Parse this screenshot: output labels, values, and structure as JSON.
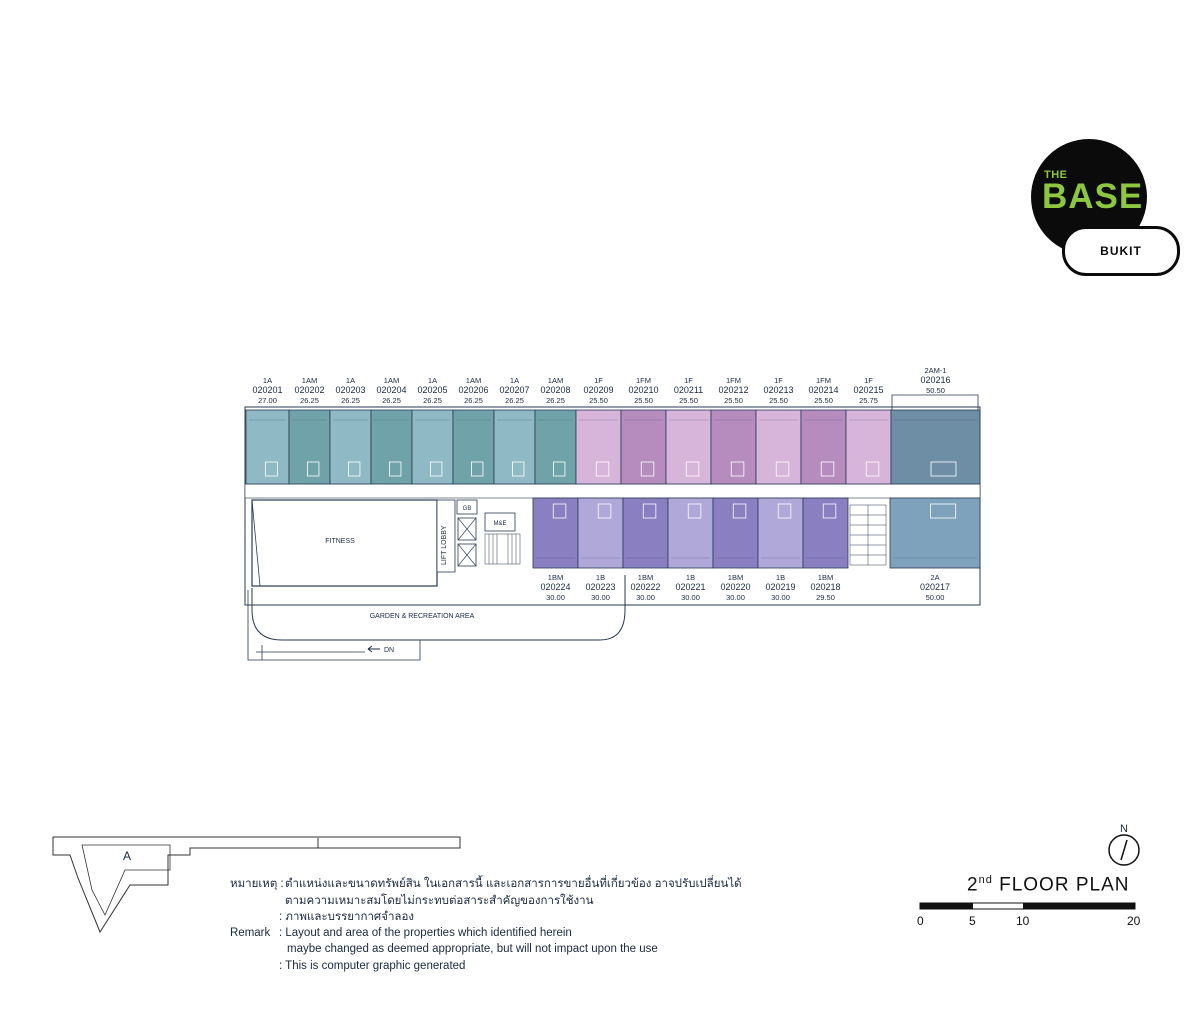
{
  "brand": {
    "logo_small": "THE",
    "logo_large": "BASE",
    "project": "BUKIT"
  },
  "upper_units": [
    {
      "type": "1A",
      "id": "020201",
      "area": "27.00",
      "color": "#8fb9c4"
    },
    {
      "type": "1AM",
      "id": "020202",
      "area": "26.25",
      "color": "#6fa3a9"
    },
    {
      "type": "1A",
      "id": "020203",
      "area": "26.25",
      "color": "#8fb9c4"
    },
    {
      "type": "1AM",
      "id": "020204",
      "area": "26.25",
      "color": "#6fa3a9"
    },
    {
      "type": "1A",
      "id": "020205",
      "area": "26.25",
      "color": "#8fb9c4"
    },
    {
      "type": "1AM",
      "id": "020206",
      "area": "26.25",
      "color": "#6fa3a9"
    },
    {
      "type": "1A",
      "id": "020207",
      "area": "26.25",
      "color": "#8fb9c4"
    },
    {
      "type": "1AM",
      "id": "020208",
      "area": "26.25",
      "color": "#6fa3a9"
    },
    {
      "type": "1F",
      "id": "020209",
      "area": "25.50",
      "color": "#d7b4d9"
    },
    {
      "type": "1FM",
      "id": "020210",
      "area": "25.50",
      "color": "#b68cbf"
    },
    {
      "type": "1F",
      "id": "020211",
      "area": "25.50",
      "color": "#d7b4d9"
    },
    {
      "type": "1FM",
      "id": "020212",
      "area": "25.50",
      "color": "#b68cbf"
    },
    {
      "type": "1F",
      "id": "020213",
      "area": "25.50",
      "color": "#d7b4d9"
    },
    {
      "type": "1FM",
      "id": "020214",
      "area": "25.50",
      "color": "#b68cbf"
    },
    {
      "type": "1F",
      "id": "020215",
      "area": "25.75",
      "color": "#d7b4d9"
    },
    {
      "type": "2AM-1",
      "id": "020216",
      "area": "50.50",
      "color": "#6e8ea6"
    }
  ],
  "lower_units": [
    {
      "type": "1BM",
      "id": "020224",
      "area": "30.00",
      "color": "#8a7fc0"
    },
    {
      "type": "1B",
      "id": "020223",
      "area": "30.00",
      "color": "#b0a8d8"
    },
    {
      "type": "1BM",
      "id": "020222",
      "area": "30.00",
      "color": "#8a7fc0"
    },
    {
      "type": "1B",
      "id": "020221",
      "area": "30.00",
      "color": "#b0a8d8"
    },
    {
      "type": "1BM",
      "id": "020220",
      "area": "30.00",
      "color": "#8a7fc0"
    },
    {
      "type": "1B",
      "id": "020219",
      "area": "30.00",
      "color": "#b0a8d8"
    },
    {
      "type": "1BM",
      "id": "020218",
      "area": "29.50",
      "color": "#8a7fc0"
    },
    {
      "type": "2A",
      "id": "020217",
      "area": "50.00",
      "color": "#7fa2bc"
    }
  ],
  "areas": {
    "fitness": "FITNESS",
    "lift_lobby": "LIFT LOBBY",
    "gb": "GB",
    "me": "M&E",
    "garden": "GARDEN & RECREATION AREA",
    "dn": "DN"
  },
  "key_plan": {
    "label": "A"
  },
  "notes": {
    "thai_label": "หมายเหตุ :",
    "thai_line1": "ตำแหน่งและขนาดทรัพย์สิน ในเอกสารนี้ และเอกสารการขายอื่นที่เกี่ยวข้อง อาจปรับเปลี่ยนได้",
    "thai_line2": "ตามความเหมาะสมโดยไม่กระทบต่อสาระสำคัญของการใช้งาน",
    "thai_line3": ": ภาพและบรรยากาศจำลอง",
    "remark_label": "Remark",
    "remark_line1": ": Layout and area of the properties which identified herein",
    "remark_line2": "maybe changed as deemed appropriate, but will not impact upon the use",
    "remark_line3": ": This is computer graphic generated"
  },
  "floor_title": {
    "num": "2",
    "sup": "nd",
    "text": "FLOOR PLAN"
  },
  "north": "N",
  "scale_labels": [
    "0",
    "5",
    "10",
    "20"
  ]
}
